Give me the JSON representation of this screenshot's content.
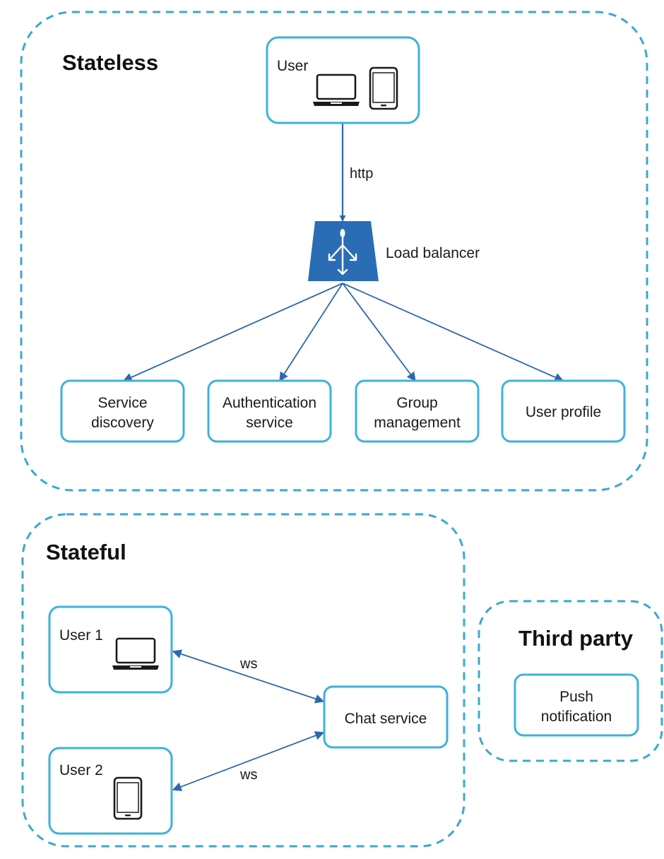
{
  "colors": {
    "group_border": "#3aa8cf",
    "node_border": "#3db2db",
    "arrow": "#2e67ad",
    "load_balancer_fill": "#2a6db4",
    "device_icon": "#1a1a1a"
  },
  "groups": {
    "stateless": {
      "title": "Stateless"
    },
    "stateful": {
      "title": "Stateful"
    },
    "third_party": {
      "title": "Third party"
    }
  },
  "nodes": {
    "user": {
      "label": "User",
      "icons": [
        "laptop-icon",
        "phone-icon"
      ]
    },
    "load_balancer": {
      "label": "Load balancer",
      "icon": "load-balancer-icon"
    },
    "service_discovery": {
      "line1": "Service",
      "line2": "discovery"
    },
    "authentication_service": {
      "line1": "Authentication",
      "line2": "service"
    },
    "group_management": {
      "line1": "Group",
      "line2": "management"
    },
    "user_profile": {
      "label": "User profile"
    },
    "user1": {
      "label": "User 1",
      "icon": "laptop-icon"
    },
    "user2": {
      "label": "User 2",
      "icon": "phone-icon"
    },
    "chat_service": {
      "label": "Chat service"
    },
    "push_notification": {
      "line1": "Push",
      "line2": "notification"
    }
  },
  "edges": {
    "user_to_lb": {
      "label": "http"
    },
    "user1_chat": {
      "label": "ws"
    },
    "user2_chat": {
      "label": "ws"
    }
  }
}
